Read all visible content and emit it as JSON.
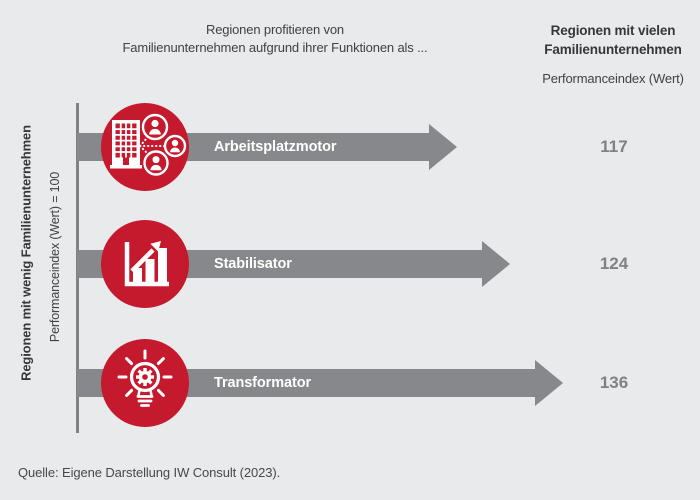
{
  "colors": {
    "background": "#E9EAEB",
    "accent_red": "#C5192D",
    "arrow_gray": "#87888B",
    "value_gray": "#7F8184",
    "text_dark": "#3F4146",
    "axis_line_gray": "#808286"
  },
  "left_axis": {
    "title": "Regionen mit wenig Familienunternehmen",
    "subtitle": "Performanceindex (Wert) = 100"
  },
  "header": {
    "center_line1": "Regionen profitieren von",
    "center_line2": "Familienunternehmen aufgrund ihrer Funktionen als ...",
    "right_line1": "Regionen mit vielen",
    "right_line2": "Familienunternehmen",
    "right_subtitle": "Performanceindex (Wert)"
  },
  "rows": [
    {
      "icon": "building-people-icon",
      "label": "Arbeitsplatzmotor",
      "value": "117"
    },
    {
      "icon": "bar-chart-growth-icon",
      "label": "Stabilisator",
      "value": "124"
    },
    {
      "icon": "lightbulb-gear-icon",
      "label": "Transformator",
      "value": "136"
    }
  ],
  "source": "Quelle: Eigene Darstellung IW Consult (2023).",
  "chart_data": {
    "type": "bar",
    "orientation": "horizontal",
    "categories": [
      "Arbeitsplatzmotor",
      "Stabilisator",
      "Transformator"
    ],
    "values": [
      117,
      124,
      136
    ],
    "baseline": 100,
    "title": "Regionen profitieren von Familienunternehmen aufgrund ihrer Funktionen als ...",
    "left_axis_label": "Regionen mit wenig Familienunternehmen, Performanceindex (Wert) = 100",
    "right_axis_label": "Regionen mit vielen Familienunternehmen, Performanceindex (Wert)",
    "source": "Quelle: Eigene Darstellung IW Consult (2023).",
    "legend_position": "none",
    "grid": false
  }
}
